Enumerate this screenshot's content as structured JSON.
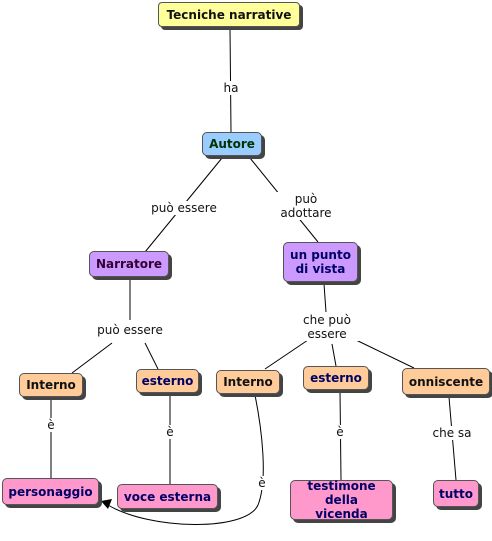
{
  "colors": {
    "title": "#ffff99",
    "author": "#99ccff",
    "purple": "#cc99ff",
    "orange": "#ffcc99",
    "pink": "#ff99cc",
    "text_dark_blue": "#000066",
    "text_dark_green": "#003300",
    "text_purple_dark": "#330033"
  },
  "nodes": {
    "title": "Tecniche narrative",
    "autore": "Autore",
    "narratore": "Narratore",
    "punto_vista": "un punto di vista",
    "interno_left": "Interno",
    "esterno_left": "esterno",
    "interno_right": "Interno",
    "esterno_right": "esterno",
    "onniscente": "onniscente",
    "personaggio": "personaggio",
    "voce_esterna": "voce esterna",
    "testimone": "testimone della vicenda",
    "tutto": "tutto"
  },
  "labels": {
    "ha": "ha",
    "puo_essere_1": "può essere",
    "puo_adottare": "può adottare",
    "puo_essere_2": "può essere",
    "che_puo_essere": "che può essere",
    "e_1": "è",
    "e_2": "è",
    "e_3": "è",
    "e_4": "è",
    "che_sa": "che sa"
  }
}
